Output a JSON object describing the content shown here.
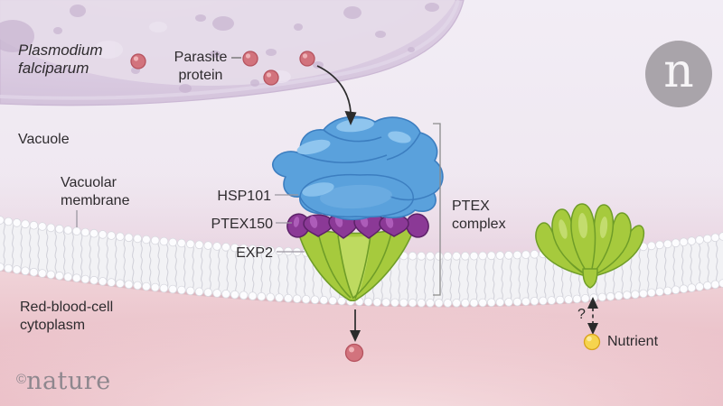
{
  "labels": {
    "organism_line1": "Plasmodium",
    "organism_line2": "falciparum",
    "parasite_protein_line1": "Parasite",
    "parasite_protein_line2": "protein",
    "vacuole": "Vacuole",
    "vacuolar_membrane_line1": "Vacuolar",
    "vacuolar_membrane_line2": "membrane",
    "hsp101": "HSP101",
    "ptex150": "PTEX150",
    "exp2": "EXP2",
    "ptex_complex_line1": "PTEX",
    "ptex_complex_line2": "complex",
    "rbc_line1": "Red-blood-cell",
    "rbc_line2": "cytoplasm",
    "uptake_question": "?",
    "nutrient": "Nutrient"
  },
  "branding": {
    "logo_letter": "n",
    "credit_symbol": "©",
    "credit_name": "nature"
  },
  "colors": {
    "hsp101_blue": "#5aa1dc",
    "ptex150_purple": "#8b3996",
    "exp2_green": "#a6ca3d",
    "protein_dot_red": "#d2737d",
    "nutrient_yellow": "#f6d44e",
    "parasite_cell_lavender": "#d6c7dd",
    "vacuole_bg": "#efeaf2",
    "rbc_pink": "#e9bcc4",
    "membrane_white": "#f2f2f5"
  }
}
